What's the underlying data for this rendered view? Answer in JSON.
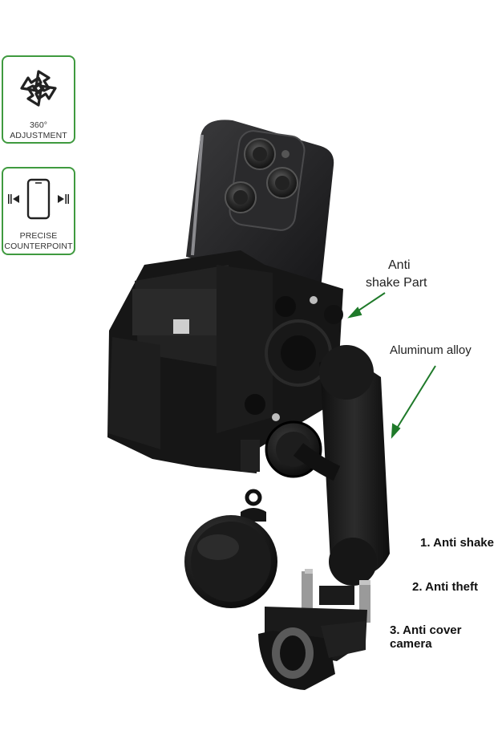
{
  "badges": [
    {
      "icon": "rotate-arrows-icon",
      "label_line1": "360°",
      "label_line2": "ADJUSTMENT"
    },
    {
      "icon": "phone-clamp-icon",
      "label_line1": "PRECISE",
      "label_line2": "COUNTERPOINT"
    }
  ],
  "annotations": {
    "anti_shake_line1": "Anti",
    "anti_shake_line2": "shake Part",
    "aluminum": "Aluminum alloy"
  },
  "features": [
    "1. Anti shake",
    "2. Anti theft",
    "3. Anti cover camera"
  ],
  "colors": {
    "accent_green": "#3f9a3f",
    "arrow_green": "#1f7a2a",
    "product_black": "#1a1a1a"
  }
}
